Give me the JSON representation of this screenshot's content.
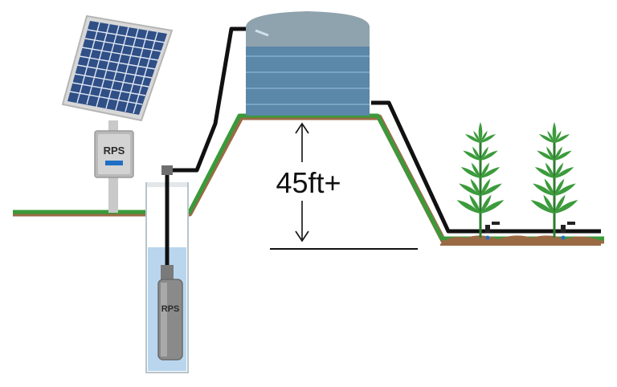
{
  "controller": {
    "label": "RPS"
  },
  "pump": {
    "label": "RPS"
  },
  "tank": {
    "height_label": "45ft+"
  },
  "colors": {
    "ground_line": "#3a9a3a",
    "soil": "#9a6a45",
    "pipe": "#111111",
    "tank_body": "#5b87a8",
    "tank_lid": "#8fa3ae",
    "water": "#b9d6ee",
    "solar_cell": "#2f4f86",
    "plant": "#3c9b3c",
    "controller_accent": "#1f6fc4"
  },
  "icons": [
    "solar-panel-icon",
    "controller-icon",
    "submersible-pump-icon",
    "water-tank-icon",
    "plant-icon",
    "drip-emitter-icon"
  ]
}
